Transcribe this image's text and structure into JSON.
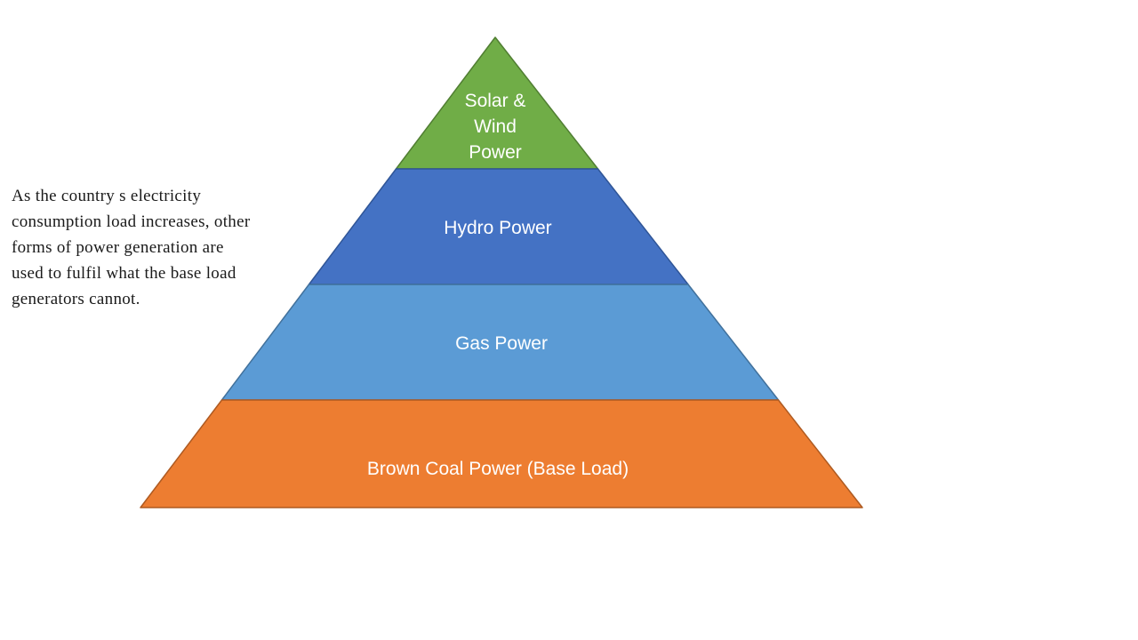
{
  "slide": {
    "background": "#FFFFFF"
  },
  "note": {
    "lines": [
      "As the country s electricity",
      "consumption load increases, other",
      "forms of power generation are",
      "used to fulfil what the base load",
      "generators cannot."
    ]
  },
  "pyramid": {
    "label_color": "#FFFFFF",
    "layers": [
      {
        "label": "Solar & Wind Power",
        "label_lines": [
          "Solar &",
          "Wind",
          "Power"
        ],
        "fill": "#70AD47",
        "stroke": "#507E32"
      },
      {
        "label": "Hydro Power",
        "fill": "#4472C4",
        "stroke": "#2F5597"
      },
      {
        "label": "Gas Power",
        "fill": "#5B9BD5",
        "stroke": "#41719C"
      },
      {
        "label": "Brown Coal Power (Base Load)",
        "fill": "#ED7D31",
        "stroke": "#AE5A21"
      }
    ]
  }
}
